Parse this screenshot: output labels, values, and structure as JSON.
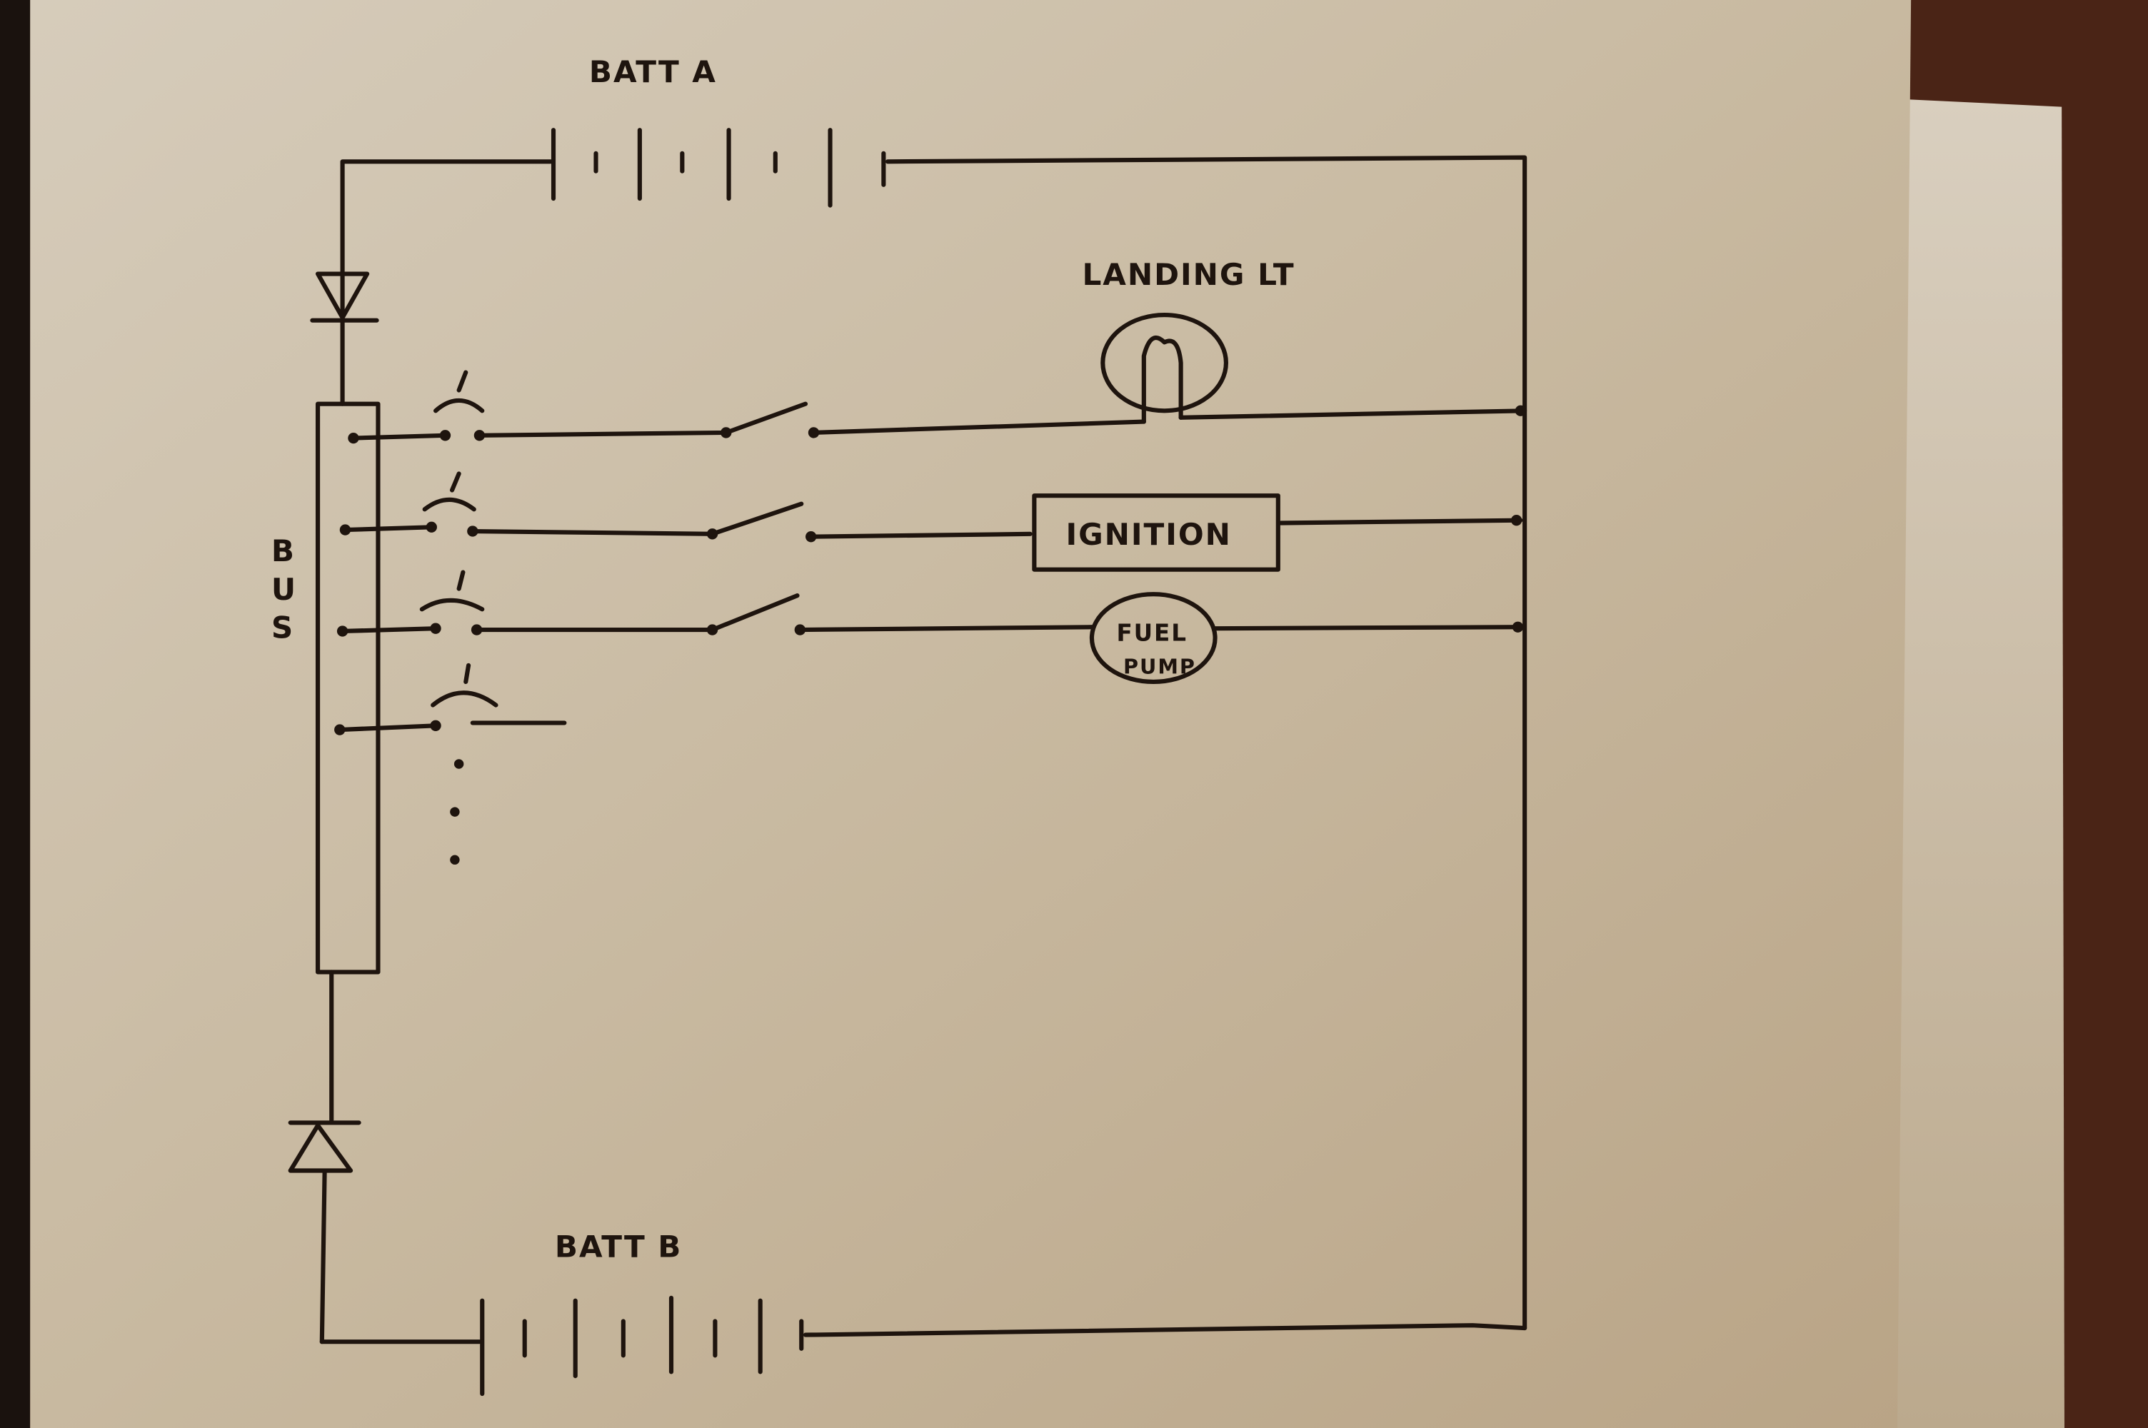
{
  "diagram": {
    "type": "hand-drawn electrical schematic",
    "labels": {
      "batt_a": "BATT A",
      "batt_b": "BATT B",
      "bus": [
        "B",
        "U",
        "S"
      ],
      "landing_light": "LANDING LT",
      "ignition": "IGNITION",
      "fuel_pump_line1": "FUEL",
      "fuel_pump_line2": "PUMP"
    },
    "colors": {
      "ink": "#1e140e",
      "paper": "#c8b9a0",
      "background": "#3a1d12"
    }
  }
}
